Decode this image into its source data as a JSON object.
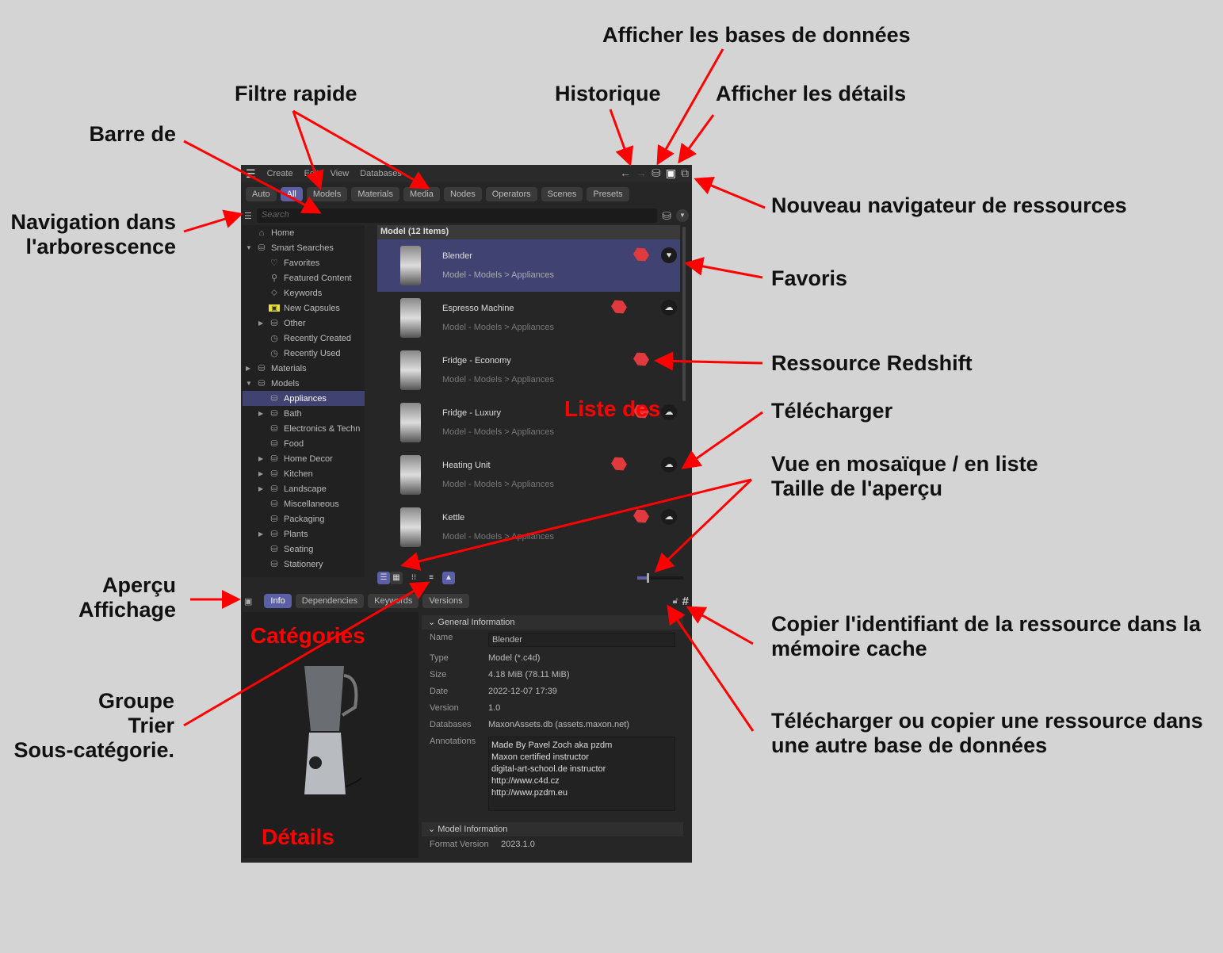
{
  "annotations": {
    "barre": "Barre de",
    "filtre": "Filtre rapide",
    "navigation": "Navigation dans\nl'arborescence",
    "historique": "Historique",
    "bases": "Afficher les bases de données",
    "details_btn": "Afficher les détails",
    "nouveau": "Nouveau navigateur de ressources",
    "favoris": "Favoris",
    "redshift": "Ressource Redshift",
    "telecharger": "Télécharger",
    "vue": "Vue en mosaïque / en liste\nTaille de l'aperçu",
    "apercu": "Aperçu\nAffichage",
    "groupe": "Groupe\nTrier\nSous-catégorie.",
    "copier": "Copier l'identifiant de la ressource dans la\nmémoire cache",
    "telecopier": "Télécharger ou copier une ressource dans\nune autre base de données",
    "liste": "Liste des",
    "categories": "Catégories",
    "details": "Détails"
  },
  "menu": [
    "Create",
    "Edit",
    "View",
    "Databases"
  ],
  "filters": [
    "Auto",
    "All",
    "Models",
    "Materials",
    "Media",
    "Nodes",
    "Operators",
    "Scenes",
    "Presets"
  ],
  "search_placeholder": "Search",
  "tree": [
    {
      "label": "Home",
      "icon": "home",
      "lvl": 0
    },
    {
      "label": "Smart Searches",
      "icon": "db",
      "lvl": 0,
      "exp": "open"
    },
    {
      "label": "Favorites",
      "icon": "heart",
      "lvl": 1
    },
    {
      "label": "Featured Content",
      "icon": "search",
      "lvl": 1
    },
    {
      "label": "Keywords",
      "icon": "tag",
      "lvl": 1
    },
    {
      "label": "New Capsules",
      "icon": "folder",
      "lvl": 1
    },
    {
      "label": "Other",
      "icon": "db",
      "lvl": 1,
      "exp": "closed"
    },
    {
      "label": "Recently Created",
      "icon": "clock",
      "lvl": 1
    },
    {
      "label": "Recently Used",
      "icon": "clock",
      "lvl": 1
    },
    {
      "label": "Materials",
      "icon": "db",
      "lvl": 0,
      "exp": "closed"
    },
    {
      "label": "Models",
      "icon": "db",
      "lvl": 0,
      "exp": "open"
    },
    {
      "label": "Appliances",
      "icon": "db",
      "lvl": 1,
      "sel": true
    },
    {
      "label": "Bath",
      "icon": "db",
      "lvl": 1,
      "exp": "closed"
    },
    {
      "label": "Electronics & Techn",
      "icon": "db",
      "lvl": 1
    },
    {
      "label": "Food",
      "icon": "db",
      "lvl": 1
    },
    {
      "label": "Home Decor",
      "icon": "db",
      "lvl": 1,
      "exp": "closed"
    },
    {
      "label": "Kitchen",
      "icon": "db",
      "lvl": 1,
      "exp": "closed"
    },
    {
      "label": "Landscape",
      "icon": "db",
      "lvl": 1,
      "exp": "closed"
    },
    {
      "label": "Miscellaneous",
      "icon": "db",
      "lvl": 1
    },
    {
      "label": "Packaging",
      "icon": "db",
      "lvl": 1
    },
    {
      "label": "Plants",
      "icon": "db",
      "lvl": 1,
      "exp": "closed"
    },
    {
      "label": "Seating",
      "icon": "db",
      "lvl": 1
    },
    {
      "label": "Stationery",
      "icon": "db",
      "lvl": 1
    }
  ],
  "list_header": "Model (12 Items)",
  "items": [
    {
      "name": "Blender",
      "path": "Model - Models > Appliances",
      "action": "♥",
      "sel": true
    },
    {
      "name": "Espresso Machine",
      "path": "Model - Models > Appliances",
      "action": "☁"
    },
    {
      "name": "Fridge - Economy",
      "path": "Model - Models > Appliances",
      "action": ""
    },
    {
      "name": "Fridge - Luxury",
      "path": "Model - Models > Appliances",
      "action": "☁"
    },
    {
      "name": "Heating Unit",
      "path": "Model - Models > Appliances",
      "action": "☁"
    },
    {
      "name": "Kettle",
      "path": "Model - Models > Appliances",
      "action": "☁"
    }
  ],
  "preview_size": 0.2,
  "detail_tabs": [
    "Info",
    "Dependencies",
    "Keywords",
    "Versions"
  ],
  "general": {
    "title": "General Information",
    "name_label": "Name",
    "name": "Blender",
    "type_label": "Type",
    "type": "Model (*.c4d)",
    "size_label": "Size",
    "size": "4.18 MiB (78.11 MiB)",
    "date_label": "Date",
    "date": "2022-12-07 17:39",
    "version_label": "Version",
    "version": "1.0",
    "db_label": "Databases",
    "db": "MaxonAssets.db (assets.maxon.net)",
    "ann_label": "Annotations",
    "ann": [
      "Made By Pavel Zoch aka pzdm",
      "Maxon certified instructor",
      "digital-art-school.de instructor",
      "http://www.c4d.cz",
      "http://www.pzdm.eu"
    ]
  },
  "model_info": {
    "title": "Model Information",
    "fv_label": "Format Version",
    "fv": "2023.1.0"
  },
  "colors": {
    "accent": "#5a5fa8",
    "selected": "#404272",
    "annotation": "#ff0000"
  }
}
